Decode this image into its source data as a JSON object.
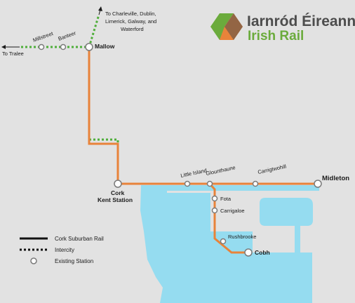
{
  "brand": {
    "name_irish": "Iarnród Éireann",
    "name_english": "Irish Rail",
    "colors": {
      "green": "#6bab3c",
      "orange": "#e8833a",
      "grey": "#4d4d4d"
    }
  },
  "destinations": {
    "tralee": "To Tralee",
    "north_line1": "To Charleville, Dublin,",
    "north_line2": "Limerick, Galway, and",
    "north_line3": "Waterford"
  },
  "stations": {
    "millstreet": "Millstreet",
    "banteer": "Banteer",
    "mallow": "Mallow",
    "cork_line1": "Cork",
    "cork_line2": "Kent Station",
    "little_island": "Little Island",
    "glounthaune": "Glounthaune",
    "carrigtwohill": "Carrigtwohill",
    "midleton": "Midleton",
    "fota": "Fota",
    "carrigaloe": "Carrigaloe",
    "rushbrooke": "Rushbrooke",
    "cobh": "Cobh"
  },
  "legend": {
    "suburban": "Cork Suburban Rail",
    "intercity": "Intercity",
    "station": "Existing Station"
  },
  "colors": {
    "background": "#e2e2e2",
    "water": "#95dcf0",
    "suburban_line": "#e8833a",
    "intercity_line": "#4fae3a",
    "station_fill": "#ffffff",
    "station_stroke": "#7a7a7a"
  }
}
